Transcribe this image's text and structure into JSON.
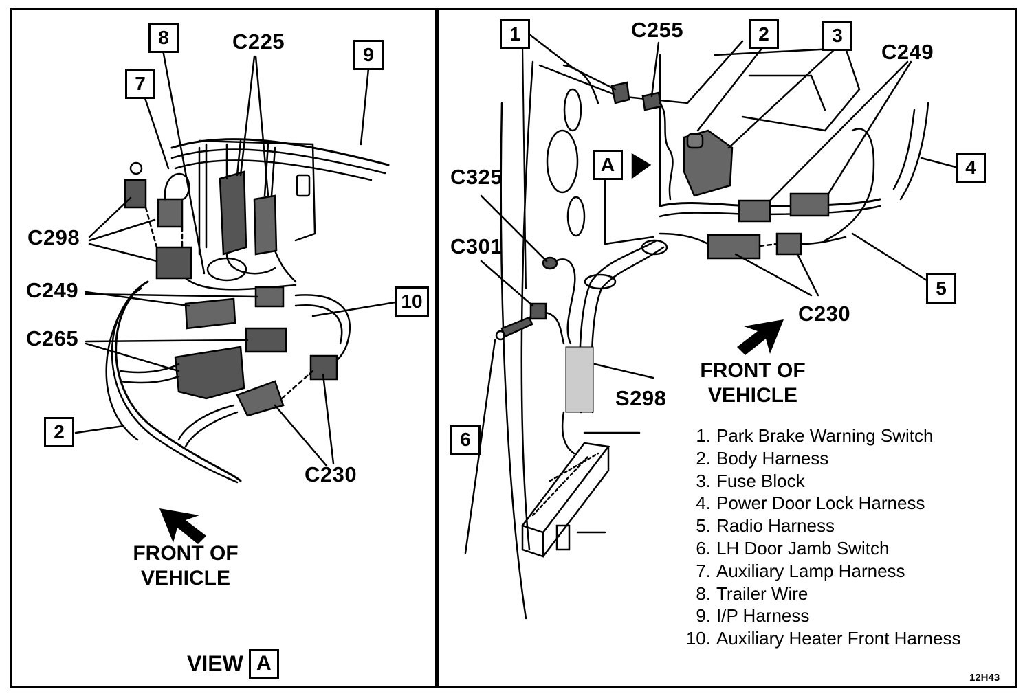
{
  "view_a_panel": {
    "callouts": [
      "8",
      "7",
      "9",
      "2",
      "10"
    ],
    "connector_labels": {
      "c225": "C225",
      "c298": "C298",
      "c249": "C249",
      "c265": "C265",
      "c230": "C230"
    },
    "front_of_vehicle": [
      "FRONT OF",
      "VEHICLE"
    ],
    "view_label": "VIEW",
    "view_letter": "A"
  },
  "main_panel": {
    "callouts": [
      "1",
      "2",
      "3",
      "4",
      "5",
      "6"
    ],
    "connector_labels": {
      "c255": "C255",
      "c249": "C249",
      "c325": "C325",
      "c301": "C301",
      "c230": "C230",
      "s298": "S298"
    },
    "view_marker": "A",
    "front_of_vehicle": [
      "FRONT OF",
      "VEHICLE"
    ]
  },
  "legend": [
    {
      "num": "1.",
      "text": "Park Brake Warning Switch"
    },
    {
      "num": "2.",
      "text": "Body Harness"
    },
    {
      "num": "3.",
      "text": "Fuse Block"
    },
    {
      "num": "4.",
      "text": "Power Door Lock Harness"
    },
    {
      "num": "5.",
      "text": "Radio Harness"
    },
    {
      "num": "6.",
      "text": "LH Door Jamb Switch"
    },
    {
      "num": "7.",
      "text": "Auxiliary Lamp Harness"
    },
    {
      "num": "8.",
      "text": "Trailer Wire"
    },
    {
      "num": "9.",
      "text": "I/P Harness"
    },
    {
      "num": "10.",
      "text": "Auxiliary Heater Front Harness"
    }
  ],
  "figure_code": "12H43"
}
